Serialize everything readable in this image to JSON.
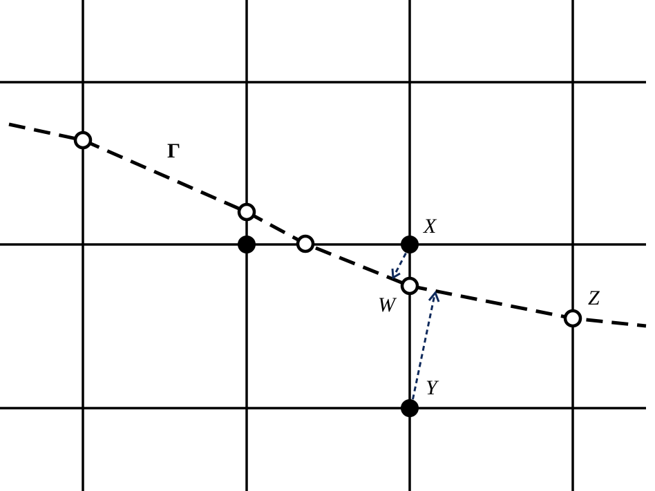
{
  "labels": {
    "curve": "Γ",
    "x": "X",
    "y": "Y",
    "w": "W",
    "z": "Z"
  },
  "colors": {
    "lines": "#000000",
    "arrows": "#0f2a5c",
    "background": "#ffffff"
  }
}
